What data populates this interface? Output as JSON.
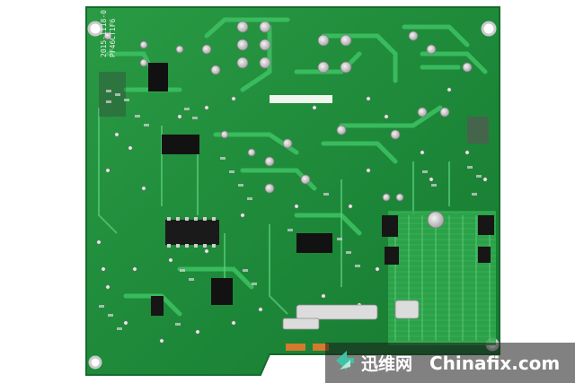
{
  "image": {
    "subject": "printed-circuit-board",
    "board_color": "#1f8a3a",
    "trace_color": "#2fae4f",
    "pad_color": "#d9d9d9",
    "background_color": "#ffffff"
  },
  "silkscreen": {
    "part_number": "2015-1118-0",
    "board_code": "PF46CT1F6"
  },
  "watermark": {
    "site_cn": "迅维网",
    "site_en": "Chinafix.com",
    "accent_color": "#3fc3a4"
  }
}
